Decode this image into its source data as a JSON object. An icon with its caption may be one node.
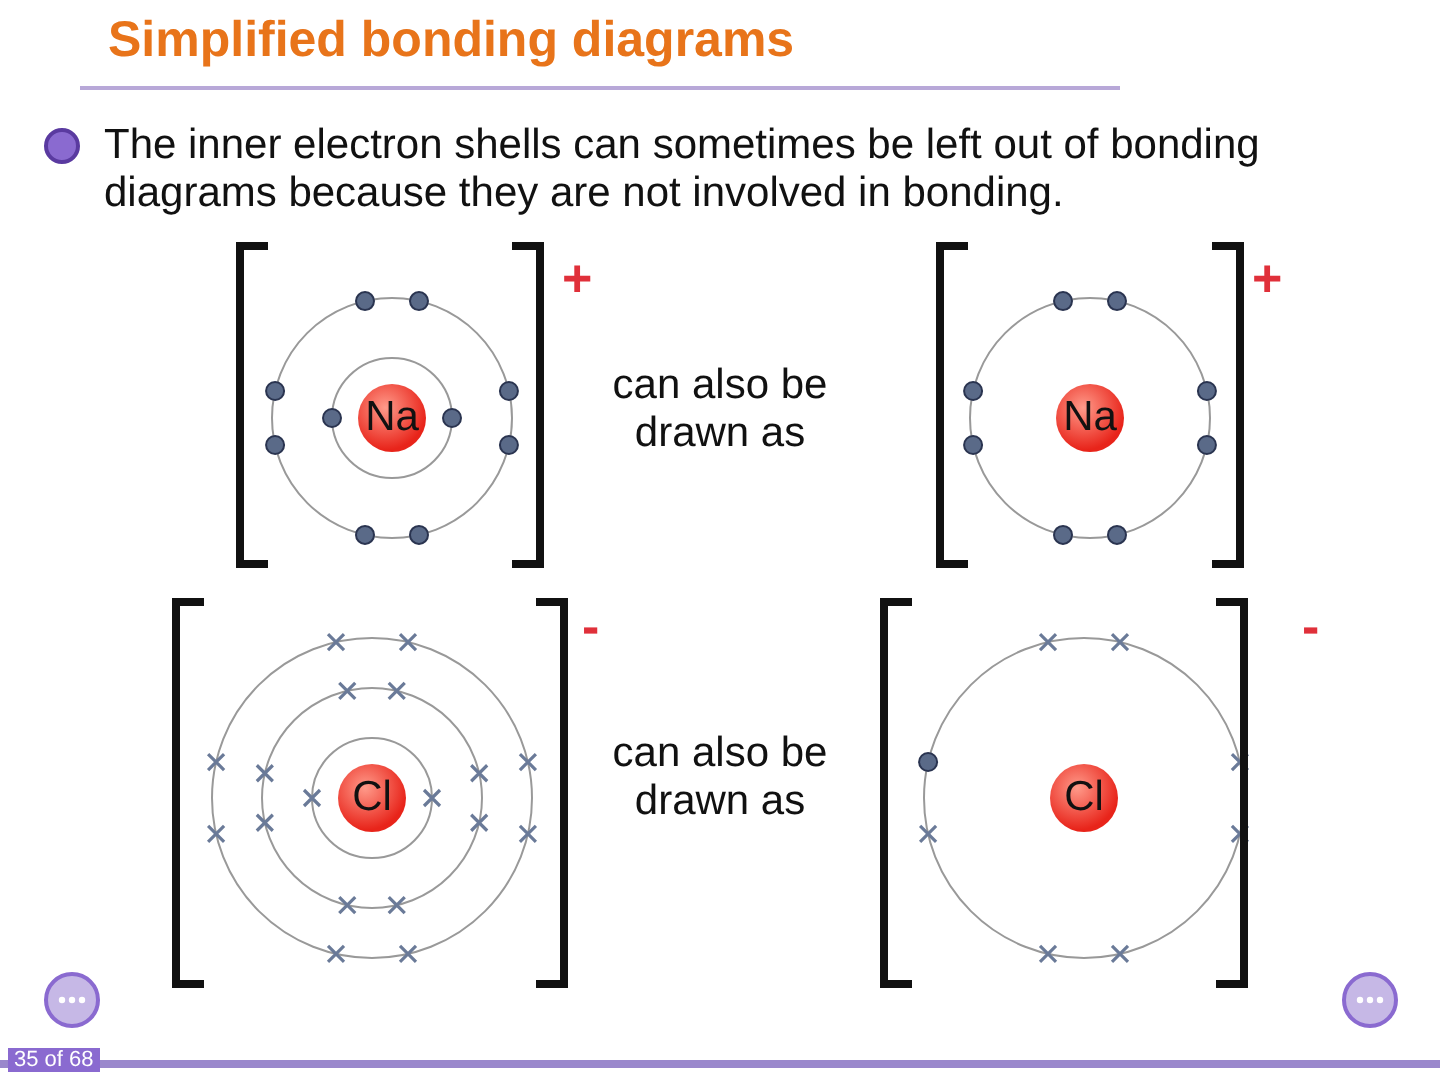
{
  "diagram": {
    "title": "Simplified bonding diagrams",
    "nodes": [
      {
        "text": [
          "Na"
        ]
      },
      {
        "text": [
          "Na"
        ]
      },
      {
        "text": [
          "Cl"
        ]
      },
      {
        "text": [
          "Cl"
        ]
      }
    ],
    "labels": [
      "The inner electron shells can sometimes be left out of bonding diagrams because they are not involved in bonding.",
      "+",
      "can also be drawn as",
      "+",
      "-",
      "can also be drawn as",
      "-",
      "35 of 68"
    ]
  }
}
